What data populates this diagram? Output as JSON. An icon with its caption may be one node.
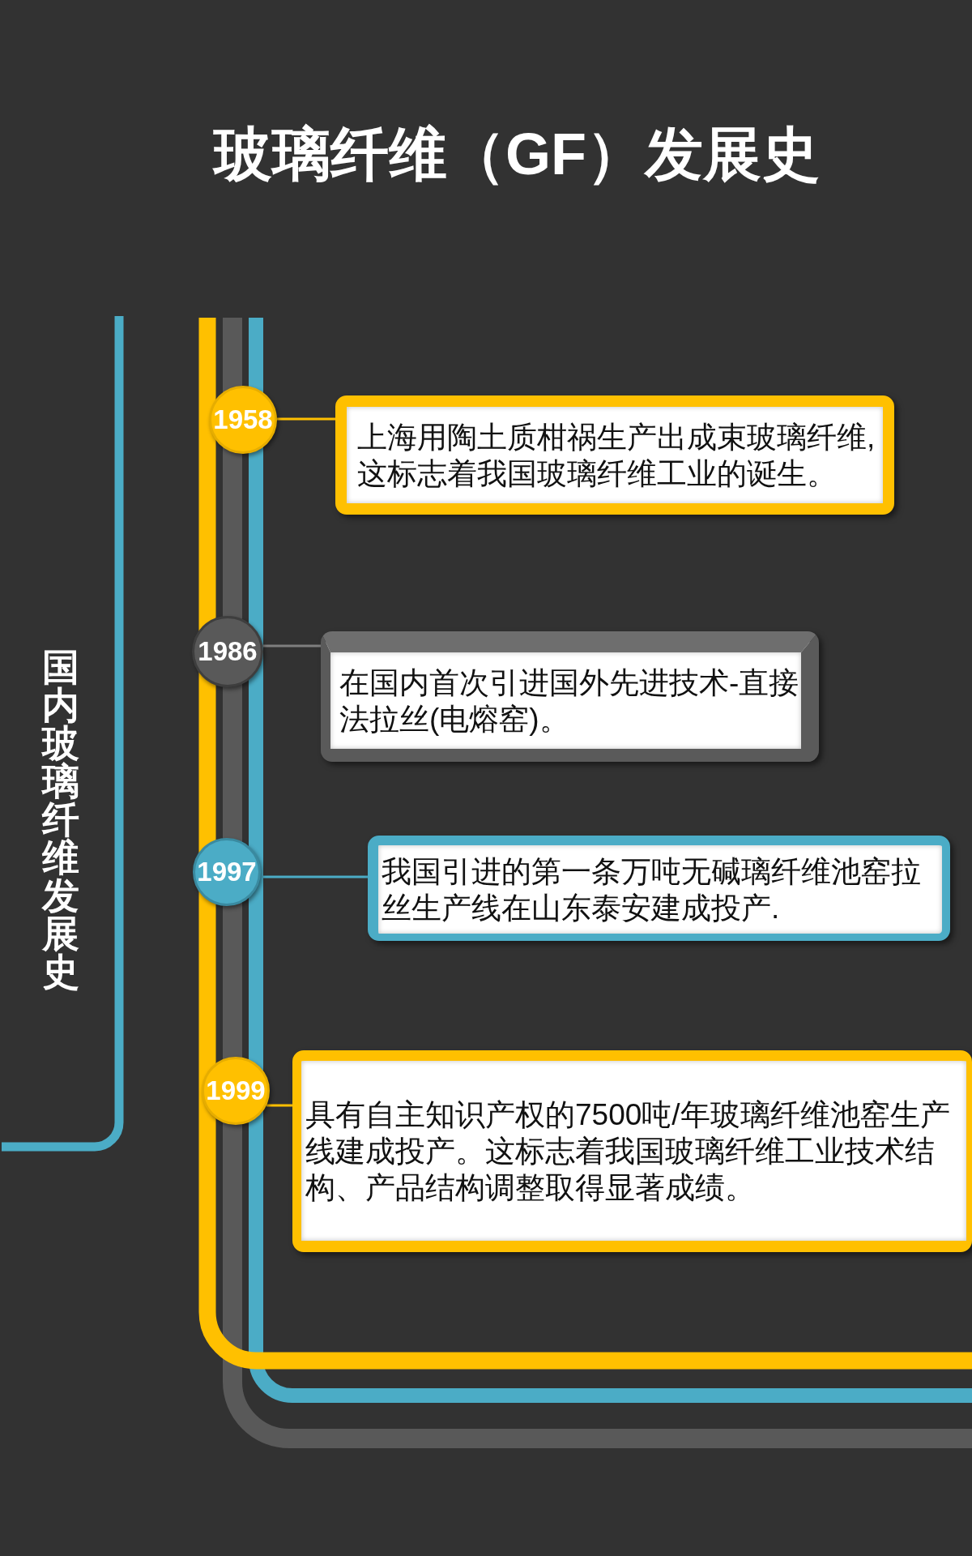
{
  "diagram": {
    "title": "玻璃纤维（GF）发展史",
    "nodes": [
      {
        "text": [
          "1958"
        ]
      },
      {
        "text": [
          "上海用陶土质柑祸生产出成束玻璃纤维,这标志着我国玻璃纤维工业的诞生。"
        ]
      },
      {
        "text": [
          "1986"
        ]
      },
      {
        "text": [
          "在国内首次引进国外先进技术-直接法拉丝(电熔窑)。"
        ]
      },
      {
        "text": [
          "1997"
        ]
      },
      {
        "text": [
          "我国引进的第一条万吨无碱璃纤维池窑拉丝生产线在山东泰安建成投产."
        ]
      },
      {
        "text": [
          "1999"
        ]
      },
      {
        "text": [
          "具有自主知识产权的7500吨/年玻璃纤维池窑生产线建成投产。这标志着我国玻璃纤维工业技术结构、产品结构调整取得显著成绩。"
        ]
      }
    ],
    "edges": [
      {
        "from": 0,
        "to": 1,
        "arrow": "none",
        "color": "#ffc000"
      },
      {
        "from": 2,
        "to": 3,
        "arrow": "none",
        "color": "#7f7f7f"
      },
      {
        "from": 4,
        "to": 5,
        "arrow": "none",
        "color": "#4bacc6"
      },
      {
        "from": 6,
        "to": 7,
        "arrow": "none",
        "color": "#ffc000"
      }
    ],
    "labels": [
      "国内玻璃纤维发展史"
    ]
  }
}
